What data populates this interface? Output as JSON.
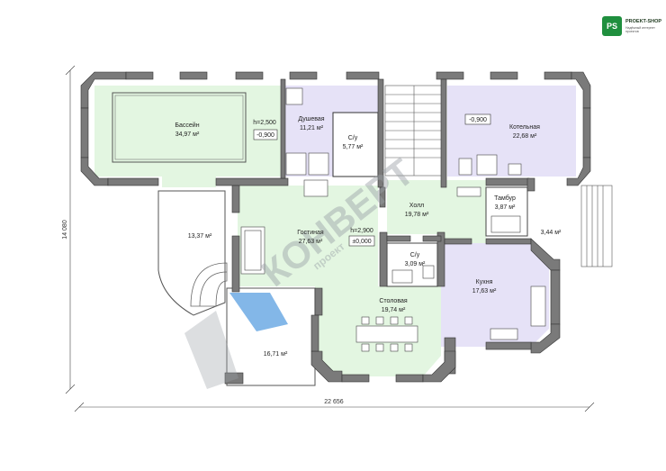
{
  "logo": {
    "mark": "PS",
    "name": "PROEKT-SHOP",
    "tagline": "Надёжный интернет проектов"
  },
  "watermark": {
    "text": "КОНВЕРТ",
    "sub": "проект"
  },
  "rooms": {
    "pool": {
      "name": "Бассейн",
      "area": "34,97 м²"
    },
    "pool_h": "h=2,500",
    "pool_lvl": "-0,900",
    "shower": {
      "name": "Душевая",
      "area": "11,21 м²"
    },
    "wc1": {
      "name": "С/у",
      "area": "5,77 м²"
    },
    "boiler": {
      "name": "Котельная",
      "area": "22,68 м²"
    },
    "boiler_lvl": "-0,900",
    "hall": {
      "name": "Холл",
      "area": "19,78 м²"
    },
    "vestibule": {
      "name": "Тамбур",
      "area": "3,87 м²"
    },
    "living": {
      "name": "Гостиная",
      "area": "27,63 м²"
    },
    "living_h": "h=2,900",
    "living_lvl": "±0,000",
    "wc2": {
      "name": "С/у",
      "area": "3,09 м²"
    },
    "kitchen": {
      "name": "Кухня",
      "area": "17,63 м²"
    },
    "dining": {
      "name": "Столовая",
      "area": "19,74 м²"
    },
    "terrace1": {
      "area": "13,37 м²"
    },
    "terrace2": {
      "area": "16,71 м²"
    },
    "porch": {
      "area": "3,44 м²"
    }
  },
  "dims": {
    "width": "22 656",
    "height": "14 080"
  },
  "colors": {
    "green": "#e3f6e1",
    "purple": "#e6e2f7",
    "wall": "#7a7a7a",
    "window": "#9db0c8"
  }
}
